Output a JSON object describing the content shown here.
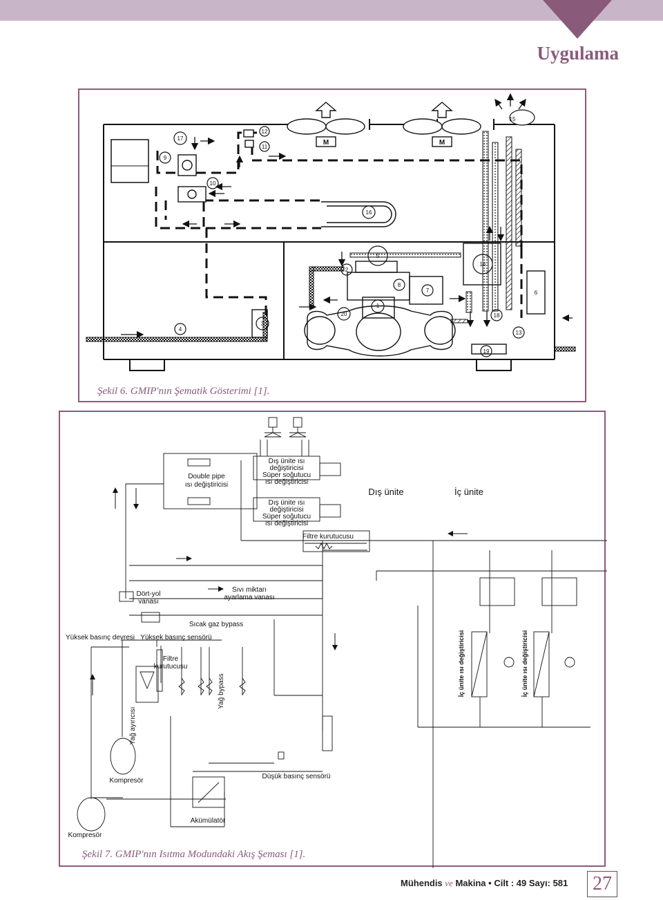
{
  "header": {
    "section_title": "Uygulama"
  },
  "figure1": {
    "caption": "Şekil 6. GMIP'nın Şematik Gösterimi [1].",
    "component_numbers": [
      "1",
      "2",
      "3",
      "4",
      "5",
      "6",
      "7",
      "8",
      "9",
      "10",
      "11",
      "12",
      "13",
      "14",
      "15",
      "16",
      "17",
      "18",
      "19",
      "20"
    ],
    "motor_label": "M"
  },
  "figure2": {
    "caption": "Şekil 7. GMIP'nın Isıtma Modundaki Akış Şeması [1].",
    "labels": {
      "double_pipe_1": "Double pipe",
      "double_pipe_2": "ısı değiştiricisi",
      "outdoor_hx_a_1": "Dış ünite ısı",
      "outdoor_hx_a_2": "değiştiricisi",
      "subcooler_a_1": "Süper soğutucu",
      "subcooler_a_2": "ısı değiştiricisi",
      "outdoor_hx_b_1": "Dış ünite ısı",
      "outdoor_hx_b_2": "değiştiricisi",
      "subcooler_b_1": "Süper soğutucu",
      "subcooler_b_2": "ısı değiştiricisi",
      "outdoor_unit": "Dış ünite",
      "indoor_unit": "İç ünite",
      "filter_dryer_top": "Filtre kurutucusu",
      "four_way_1": "Dört-yol",
      "four_way_2": "vanası",
      "liquid_valve_1": "Sıvı miktarı",
      "liquid_valve_2": "ayarlama vanası",
      "hot_gas_bypass": "Sıcak gaz bypass",
      "high_pressure_circuit": "Yüksek basınç devresi",
      "high_pressure_sensor": "Yüksek basınç sensörü",
      "filter_dryer_low_1": "Filtre",
      "filter_dryer_low_2": "kurutucusu",
      "oil_bypass": "Yağ bypass",
      "oil_separator": "Yağ ayırıcısı",
      "indoor_hx_1": "İç ünite ısı değiştiricisi",
      "indoor_hx_2": "İç ünite ısı değiştiricisi",
      "compressor_1": "Kompresör",
      "compressor_2": "Kompresör",
      "low_pressure_sensor": "Düşük basınç sensörü",
      "accumulator": "Akümülatör"
    }
  },
  "footer": {
    "journal_a": "Mühendis",
    "journal_ve": "ve",
    "journal_b": "Makina • Cilt : 49  Sayı: 581",
    "page_number": "27"
  },
  "colors": {
    "accent": "#8a5a7a",
    "topbar": "#c9b5c8"
  }
}
